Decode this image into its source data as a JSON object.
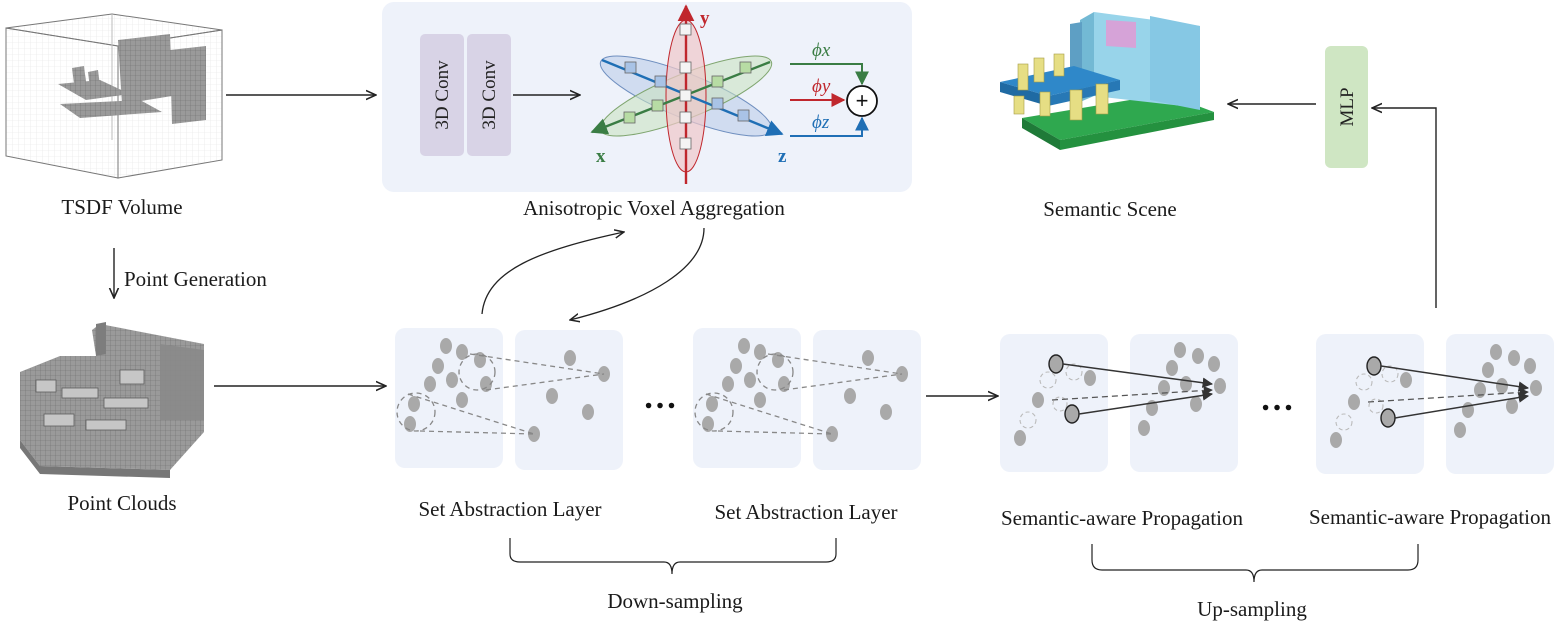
{
  "labels": {
    "tsdf_volume": "TSDF Volume",
    "point_generation": "Point Generation",
    "point_clouds": "Point Clouds",
    "anisotropic": "Anisotropic Voxel Aggregation",
    "semantic_scene": "Semantic Scene",
    "set_abstraction_1": "Set Abstraction Layer",
    "set_abstraction_2": "Set Abstraction Layer",
    "semantic_prop_1": "Semantic-aware Propagation",
    "semantic_prop_2": "Semantic-aware Propagation",
    "down_sampling": "Down-sampling",
    "up_sampling": "Up-sampling",
    "mlp": "MLP",
    "conv1": "3D Conv",
    "conv2": "3D Conv",
    "axis_x": "x",
    "axis_y": "y",
    "axis_z": "z",
    "phi_x": "ϕx",
    "phi_y": "ϕy",
    "phi_z": "ϕz",
    "plus": "+",
    "ellipsis": "…"
  },
  "colors": {
    "panel_bg": "#eef2fa",
    "conv_box": "#d8d3e6",
    "mlp_box": "#cfe6c3",
    "x_axis": "#3a7d44",
    "y_axis": "#c0272d",
    "z_axis": "#1f6fb5",
    "point": "#a9a9a9"
  }
}
